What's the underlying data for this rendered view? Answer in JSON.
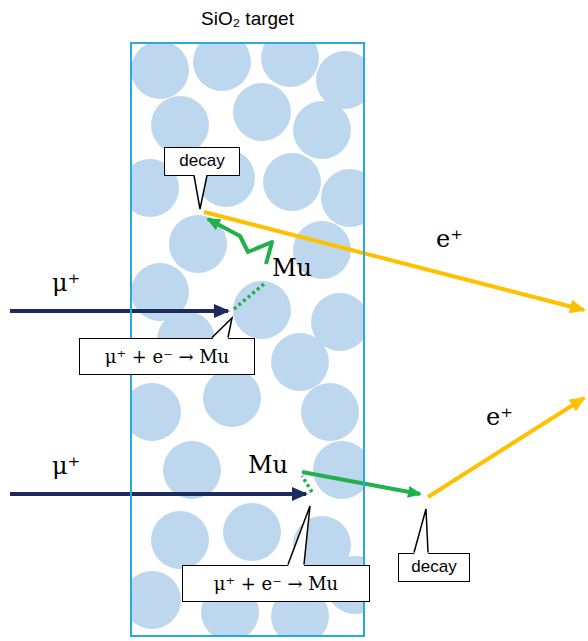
{
  "diagram": {
    "nodes": [
      {
        "text": [
          "SiO₂ target"
        ]
      },
      {
        "text": [
          "decay"
        ],
        "in": 0
      },
      {
        "text": [
          "μ⁺ + e⁻ → Mu"
        ]
      },
      {
        "text": [
          "μ⁺ + e⁻ → Mu"
        ]
      },
      {
        "text": [
          "decay"
        ]
      }
    ],
    "labels": [
      "e⁺",
      "Mu",
      "μ⁺",
      "Mu",
      "μ⁺",
      "e⁺"
    ]
  }
}
